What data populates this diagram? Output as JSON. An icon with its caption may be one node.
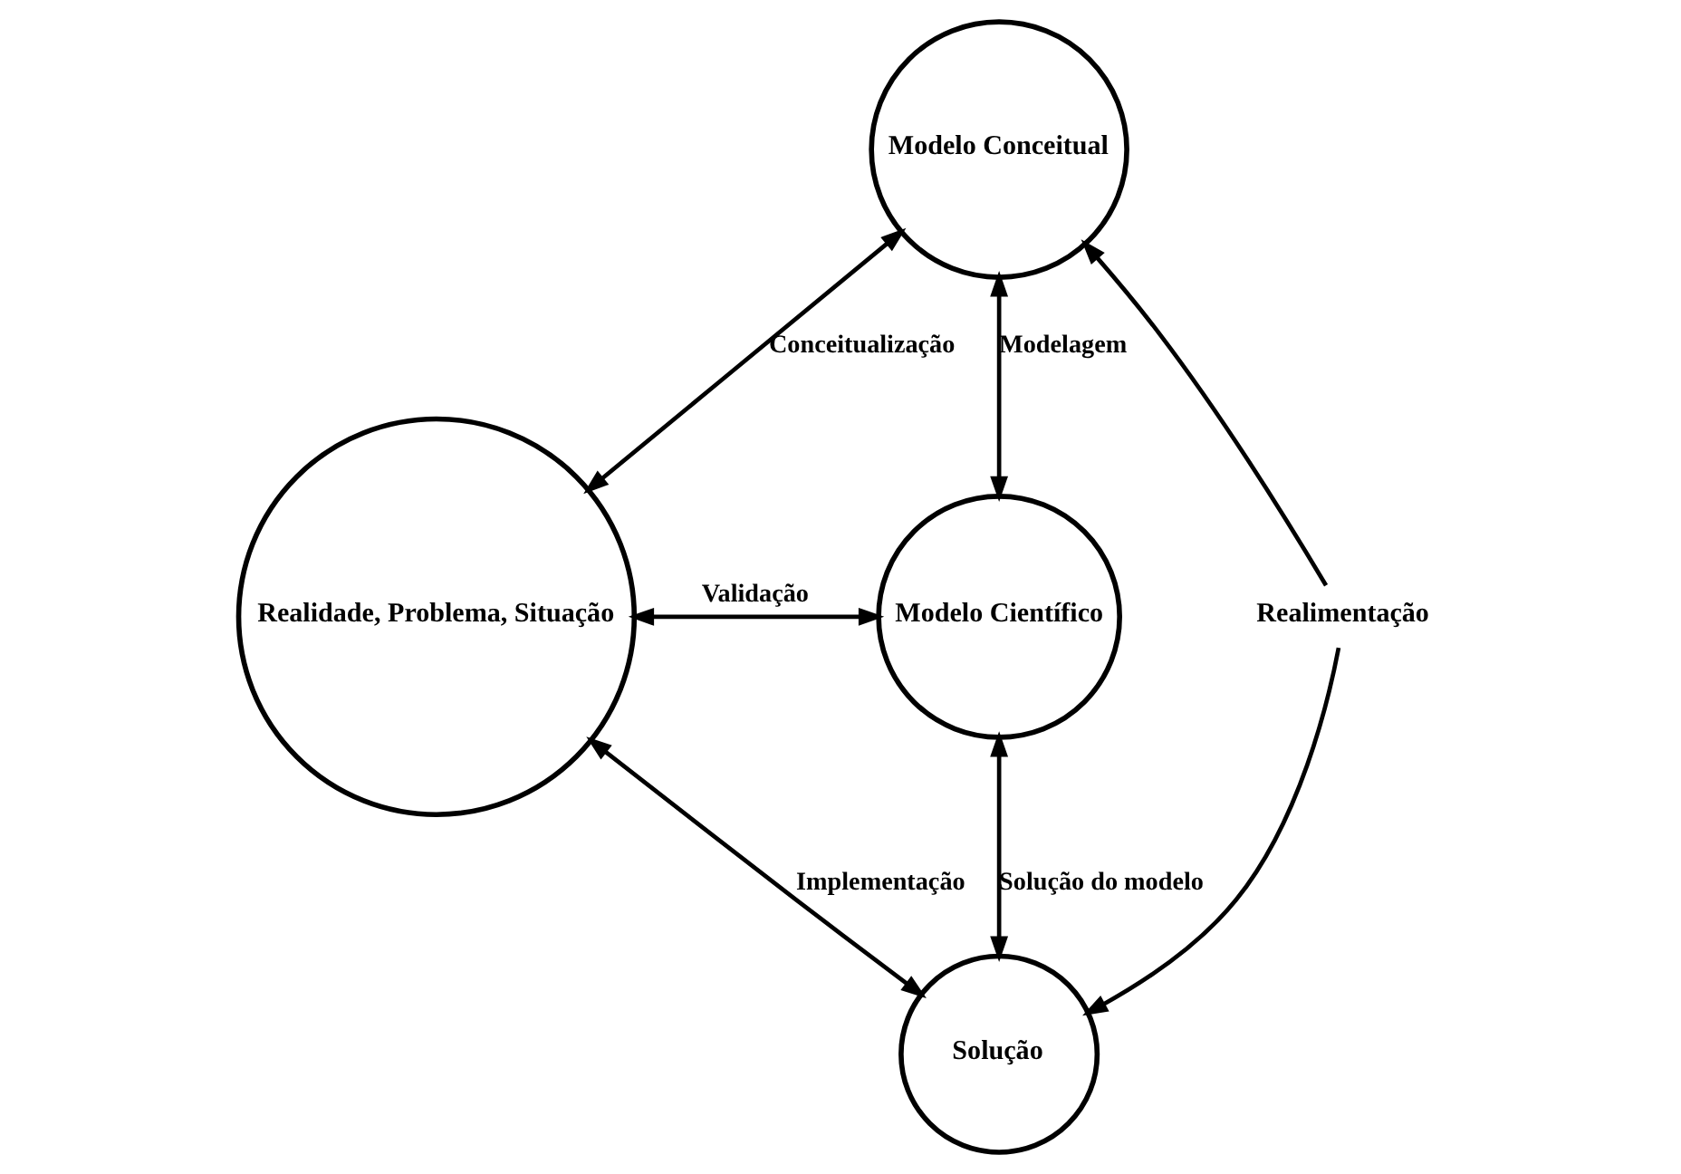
{
  "diagram": {
    "nodes": [
      {
        "text": [
          "Modelo Conceitual"
        ]
      },
      {
        "text": [
          "Realidade, Problema, Situação"
        ]
      },
      {
        "text": [
          "Modelo Científico"
        ]
      },
      {
        "text": [
          "Solução"
        ]
      },
      {
        "text": [
          "Realimentação"
        ]
      }
    ],
    "edges": [
      {
        "from": 1,
        "to": 0,
        "arrow": "both",
        "label": "Conceitualização"
      },
      {
        "from": 0,
        "to": 2,
        "arrow": "both",
        "label": "Modelagem"
      },
      {
        "from": 1,
        "to": 2,
        "arrow": "both",
        "label": "Validação"
      },
      {
        "from": 1,
        "to": 3,
        "arrow": "both",
        "label": "Implementação"
      },
      {
        "from": 3,
        "to": 2,
        "arrow": "both",
        "label": "Solução do modelo"
      },
      {
        "from": 4,
        "to": 0,
        "arrow": "to"
      },
      {
        "from": 4,
        "to": 3,
        "arrow": "to"
      }
    ]
  }
}
